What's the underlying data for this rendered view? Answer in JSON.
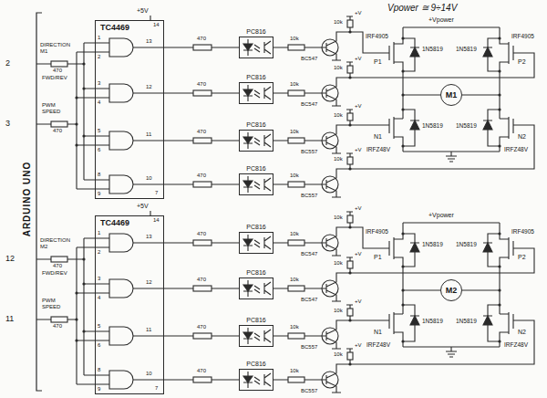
{
  "diagram": {
    "nodes": [
      {
        "text": [
          "TC4469"
        ]
      },
      {
        "text": [
          "PC816"
        ]
      },
      {
        "text": [
          "PC816"
        ]
      },
      {
        "text": [
          "PC816"
        ]
      },
      {
        "text": [
          "PC816"
        ]
      },
      {
        "text": [
          "M1"
        ]
      },
      {
        "text": [
          "TC4469"
        ]
      },
      {
        "text": [
          "PC816"
        ]
      },
      {
        "text": [
          "PC816"
        ]
      },
      {
        "text": [
          "PC816"
        ]
      },
      {
        "text": [
          "PC816"
        ]
      },
      {
        "text": [
          "M2"
        ]
      }
    ],
    "edges": [
      {
        "from": 0,
        "to": 1,
        "label": "470",
        "arrow": "none"
      },
      {
        "from": 0,
        "to": 2,
        "label": "470",
        "arrow": "none"
      },
      {
        "from": 0,
        "to": 3,
        "label": "470",
        "arrow": "none"
      },
      {
        "from": 0,
        "to": 4,
        "label": "470",
        "arrow": "none"
      },
      {
        "from": 6,
        "to": 7,
        "label": "470",
        "arrow": "none"
      },
      {
        "from": 6,
        "to": 8,
        "label": "470",
        "arrow": "none"
      },
      {
        "from": 6,
        "to": 9,
        "label": "470",
        "arrow": "none"
      },
      {
        "from": 6,
        "to": 10,
        "label": "470",
        "arrow": "none"
      }
    ],
    "labels": [
      "ARDUINO UNO",
      "Vpower ≅ 9÷14V",
      "2",
      "DIRECTION M1",
      "470",
      "FWD/REV",
      "3",
      "PWM SPEED",
      "470",
      "+5V",
      "14",
      "1",
      "2",
      "3",
      "4",
      "5",
      "6",
      "8",
      "9",
      "13",
      "12",
      "11",
      "10",
      "7",
      "10k",
      "10k",
      "10k",
      "10k",
      "BC547",
      "BC547",
      "BC557",
      "BC557",
      "+V",
      "+V",
      "+V",
      "+V",
      "10k",
      "10k",
      "10k",
      "10k",
      "+Vpower",
      "IRF4905",
      "IRF4905",
      "IRFZ48V",
      "IRFZ48V",
      "1N5819",
      "1N5819",
      "1N5819",
      "1N5819",
      "P1",
      "P2",
      "N1",
      "N2",
      "12",
      "DIRECTION M2",
      "470",
      "FWD/REV",
      "11",
      "PWM SPEED",
      "470",
      "+5V",
      "14",
      "1",
      "2",
      "3",
      "4",
      "5",
      "6",
      "8",
      "9",
      "13",
      "12",
      "11",
      "10",
      "7",
      "10k",
      "10k",
      "10k",
      "10k",
      "BC547",
      "BC547",
      "BC557",
      "BC557",
      "+V",
      "+V",
      "+V",
      "+V",
      "10k",
      "10k",
      "10k",
      "10k",
      "+Vpower",
      "IRF4905",
      "IRF4905",
      "IRFZ48V",
      "IRFZ48V",
      "1N5819",
      "1N5819",
      "1N5819",
      "1N5819",
      "P1",
      "P2",
      "N1",
      "N2"
    ]
  }
}
